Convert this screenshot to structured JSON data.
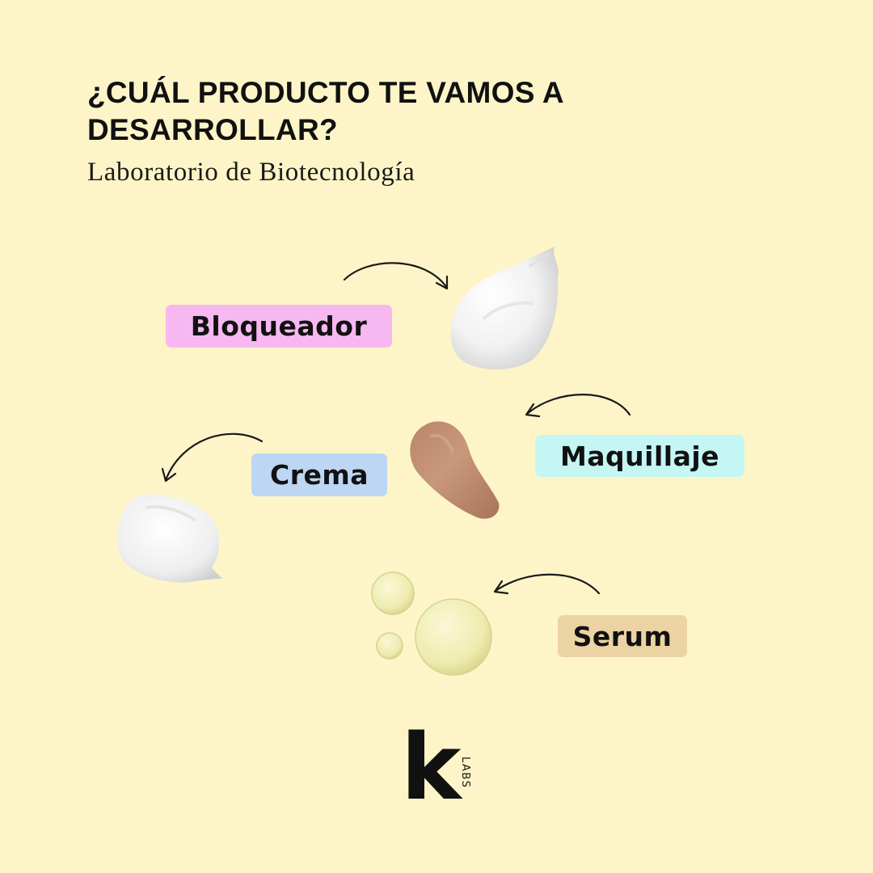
{
  "header": {
    "title": "¿CUÁL PRODUCTO TE VAMOS A DESARROLLAR?",
    "subtitle": "Laboratorio de Biotecnología"
  },
  "products": [
    {
      "label": "Bloqueador",
      "color": "#f7b8f2",
      "icon": "white-lotion-swatch"
    },
    {
      "label": "Maquillaje",
      "color": "#c4f6f4",
      "icon": "beige-foundation-swatch"
    },
    {
      "label": "Crema",
      "color": "#bcd6f4",
      "icon": "white-cream-swatch"
    },
    {
      "label": "Serum",
      "color": "#ecd3a3",
      "icon": "serum-droplets"
    }
  ],
  "logo": {
    "mark": "k",
    "sublabel": "LABS"
  },
  "colors": {
    "background": "#fdf5c8",
    "text": "#111111"
  }
}
